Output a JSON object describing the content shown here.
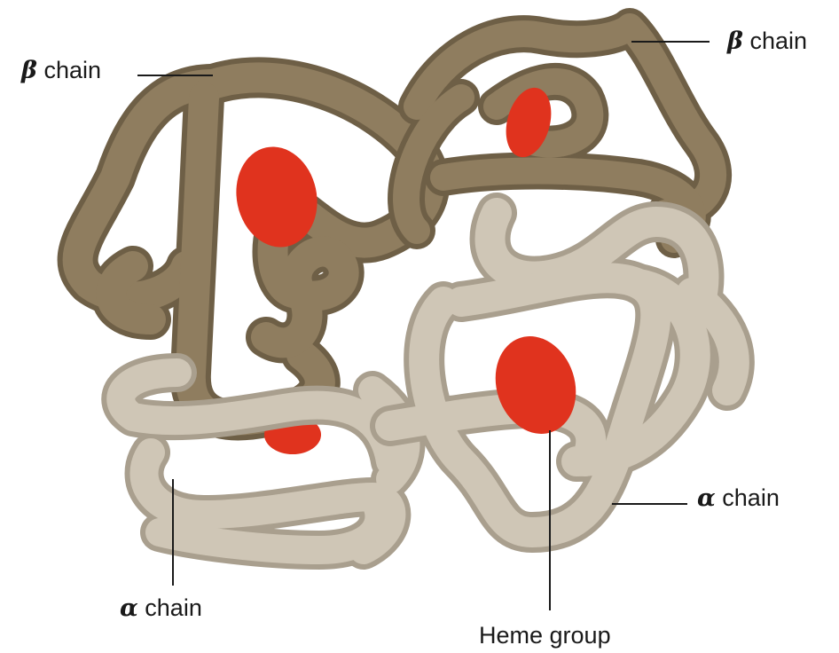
{
  "labels": {
    "beta_left": {
      "symbol": "β",
      "text": " chain"
    },
    "beta_right": {
      "symbol": "β",
      "text": " chain"
    },
    "alpha_left": {
      "symbol": "α",
      "text": " chain"
    },
    "alpha_right": {
      "symbol": "α",
      "text": " chain"
    },
    "heme": {
      "text": "Heme group"
    }
  },
  "colors": {
    "beta_chain": "#8f7d5f",
    "beta_chain_dark": "#6e5f46",
    "alpha_chain": "#cfc6b6",
    "alpha_chain_dark": "#a99f8e",
    "heme": "#e0331e",
    "leader_line": "#1a1a1a"
  }
}
